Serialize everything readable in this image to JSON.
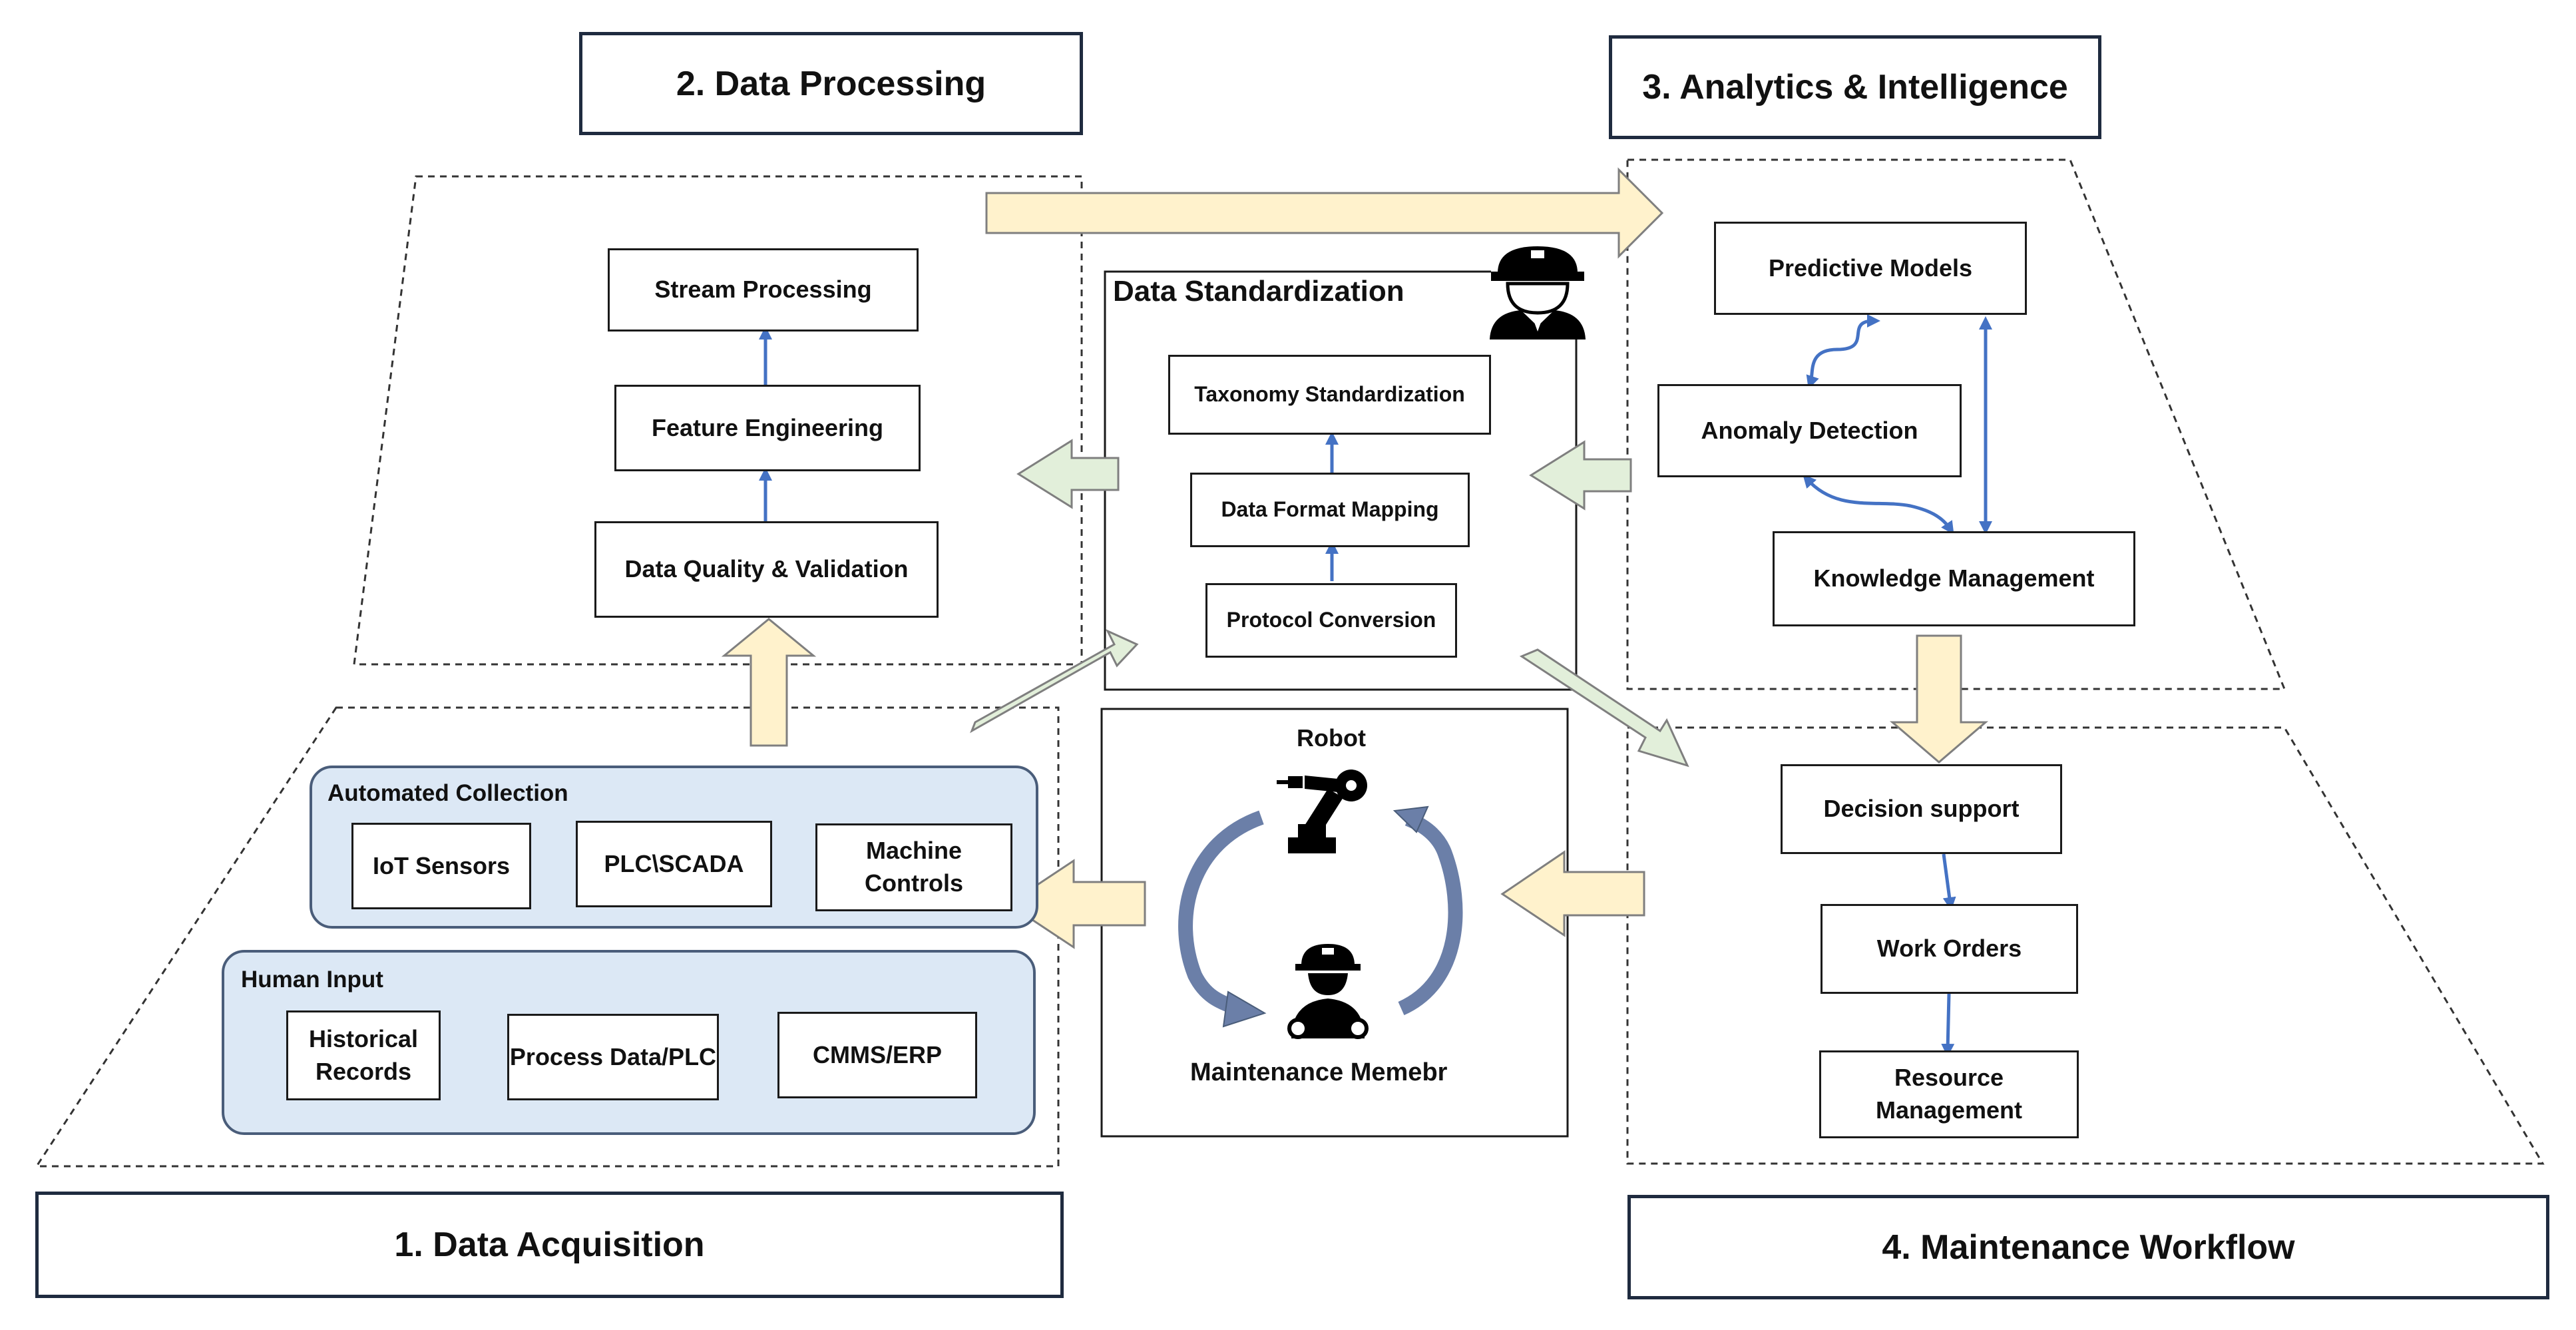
{
  "sections": {
    "acquisition": "1. Data Acquisition",
    "processing": "2. Data Processing",
    "analytics": "3. Analytics & Intelligence",
    "workflow": "4. Maintenance Workflow"
  },
  "acquisition": {
    "automated_title": "Automated Collection",
    "automated_items": [
      "IoT Sensors",
      "PLC\\SCADA",
      "Machine Controls"
    ],
    "human_title": "Human Input",
    "human_items": [
      "Historical Records",
      "Process Data/PLC",
      "CMMS/ERP"
    ]
  },
  "processing": {
    "items": [
      "Stream Processing",
      "Feature Engineering",
      "Data Quality & Validation"
    ]
  },
  "standardization": {
    "title": "Data Standardization",
    "items": [
      "Taxonomy Standardization",
      "Data Format Mapping",
      "Protocol Conversion"
    ]
  },
  "collaboration": {
    "robot_label": "Robot",
    "member_label": "Maintenance Memebr"
  },
  "analytics": {
    "items": [
      "Predictive Models",
      "Anomaly Detection",
      "Knowledge Management"
    ]
  },
  "workflow": {
    "items": [
      "Decision support",
      "Work Orders",
      "Resource Management"
    ]
  },
  "colors": {
    "yellow_arrow": "#fff2cc",
    "green_arrow": "#e2efda",
    "blue_connector": "#4472c4",
    "group_fill": "#dce8f5"
  }
}
